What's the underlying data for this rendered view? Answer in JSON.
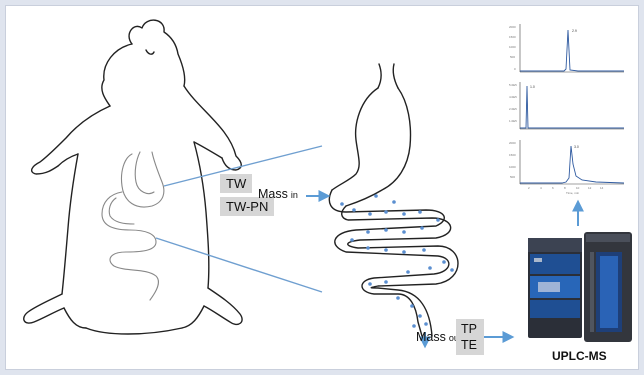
{
  "labels": {
    "tw": "TW",
    "tw_pn": "TW-PN",
    "mass_in_main": "Mass",
    "mass_in_sub": "in",
    "mass_out_main": "Mass",
    "mass_out_sub": "out",
    "tp": "TP",
    "te": "TE",
    "instrument": "UPLC-MS"
  },
  "colors": {
    "arrow": "#5b9bd5",
    "line": "#6f9fd0",
    "dots": "#5b8fd0",
    "label_box": "#d6d6d6",
    "chart_line": "#2f5aa0"
  },
  "icons": [
    "rat-outline",
    "digestive-tract",
    "chromatogram-stack",
    "uplc-ms-instrument"
  ]
}
